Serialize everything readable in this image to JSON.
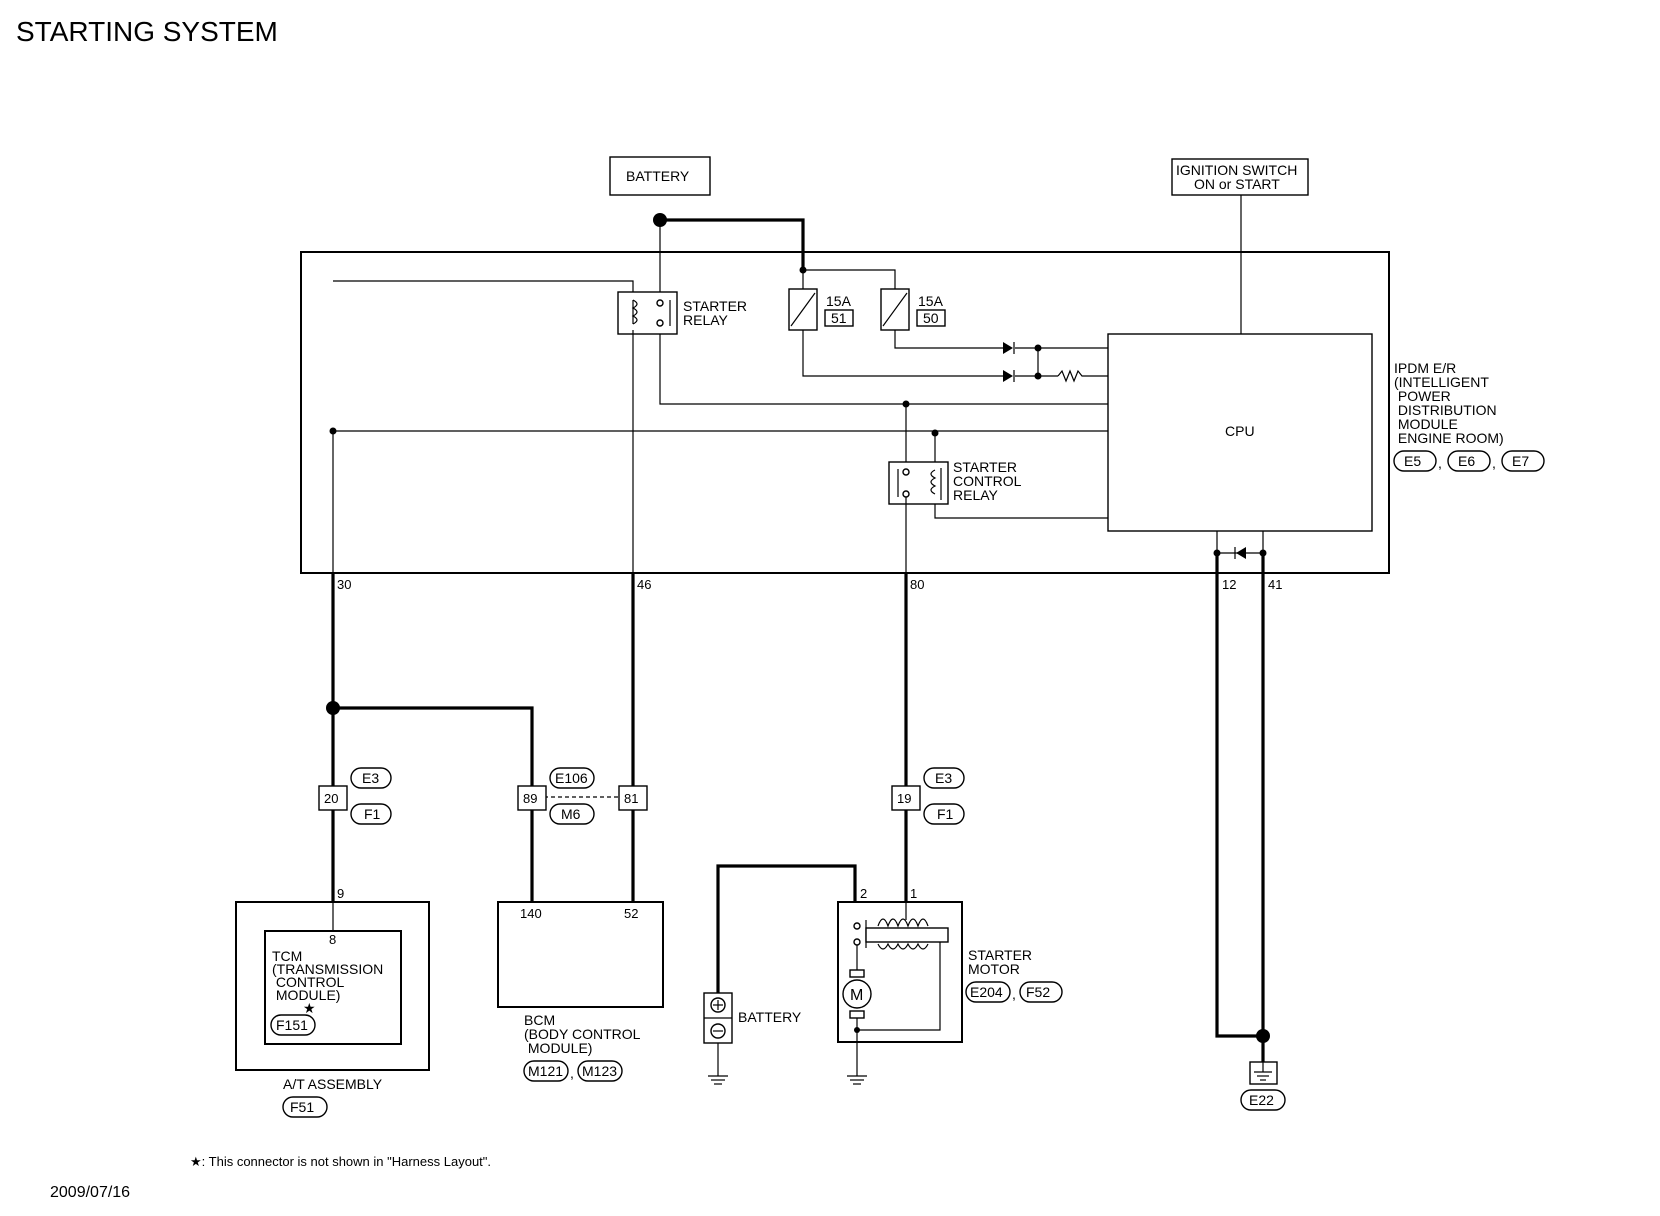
{
  "title": "STARTING SYSTEM",
  "date": "2009/07/16",
  "footnote": "★: This connector is not shown in \"Harness Layout\".",
  "battery_top": "BATTERY",
  "ignition_switch": [
    "IGNITION SWITCH",
    "ON or START"
  ],
  "ipdm": {
    "label_lines": [
      "IPDM E/R",
      "(INTELLIGENT",
      " POWER",
      " DISTRIBUTION",
      " MODULE",
      " ENGINE ROOM)"
    ],
    "connectors": [
      "E5",
      "E6",
      "E7"
    ],
    "cpu": "CPU",
    "starter_relay": [
      "STARTER",
      "RELAY"
    ],
    "starter_control_relay": [
      "STARTER",
      "CONTROL",
      "RELAY"
    ],
    "fuses": [
      {
        "rating": "15A",
        "number": "51"
      },
      {
        "rating": "15A",
        "number": "50"
      }
    ],
    "pins": [
      "30",
      "46",
      "80",
      "12",
      "41"
    ]
  },
  "connector_e3_f1_left": {
    "pin": "20",
    "top": "E3",
    "bottom": "F1"
  },
  "connector_e106_m6": {
    "pin_left": "89",
    "pin_right": "81",
    "top": "E106",
    "bottom": "M6"
  },
  "connector_e3_f1_right": {
    "pin": "19",
    "top": "E3",
    "bottom": "F1"
  },
  "at_assembly": {
    "label": "A/T ASSEMBLY",
    "connector": "F51",
    "outer_pin": "9",
    "inner_pin": "8",
    "tcm_lines": [
      "TCM",
      "(TRANSMISSION",
      " CONTROL",
      " MODULE)"
    ],
    "star": "★",
    "tcm_connector": "F151"
  },
  "bcm": {
    "label_lines": [
      "BCM",
      "(BODY CONTROL",
      " MODULE)"
    ],
    "pins": [
      "140",
      "52"
    ],
    "connectors": [
      "M121",
      "M123"
    ]
  },
  "battery_bottom": "BATTERY",
  "starter_motor": {
    "label_lines": [
      "STARTER",
      "MOTOR"
    ],
    "pins": [
      "2",
      "1"
    ],
    "connectors": [
      "E204",
      "F52"
    ],
    "motor_symbol": "M"
  },
  "ground_connector": "E22",
  "separator": ","
}
